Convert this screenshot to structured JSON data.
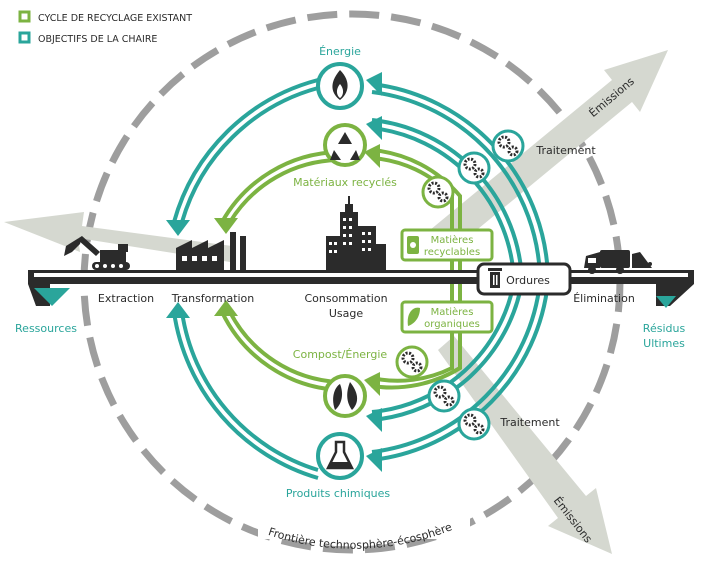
{
  "legend": {
    "existing": "CYCLE DE RECYCLAGE EXISTANT",
    "objectives": "OBJECTIFS DE LA CHAIRE"
  },
  "labels": {
    "energie": "Énergie",
    "materiaux": "Matériaux recyclés",
    "compost": "Compost/Énergie",
    "produits": "Produits chimiques",
    "extraction": "Extraction",
    "transformation": "Transformation",
    "consommation": "Consommation",
    "usage": "Usage",
    "ordures": "Ordures",
    "elimination": "Élimination",
    "ressources": "Ressources",
    "residus1": "Résidus",
    "residus2": "Ultimes",
    "traitement_top": "Traitement",
    "traitement_bottom": "Traitement",
    "emissions_top": "Émissions",
    "emissions_bottom": "Émissions",
    "recyclables1": "Matières",
    "recyclables2": "recyclables",
    "organiques1": "Matières",
    "organiques2": "organiques",
    "frontiere": "Frontière technosphère-écosphère"
  },
  "colors": {
    "teal": "#2aa59b",
    "green": "#7cb342",
    "dark": "#2b2b2b",
    "grey": "#9e9e9e",
    "lightgrey": "#d5d8d0"
  }
}
